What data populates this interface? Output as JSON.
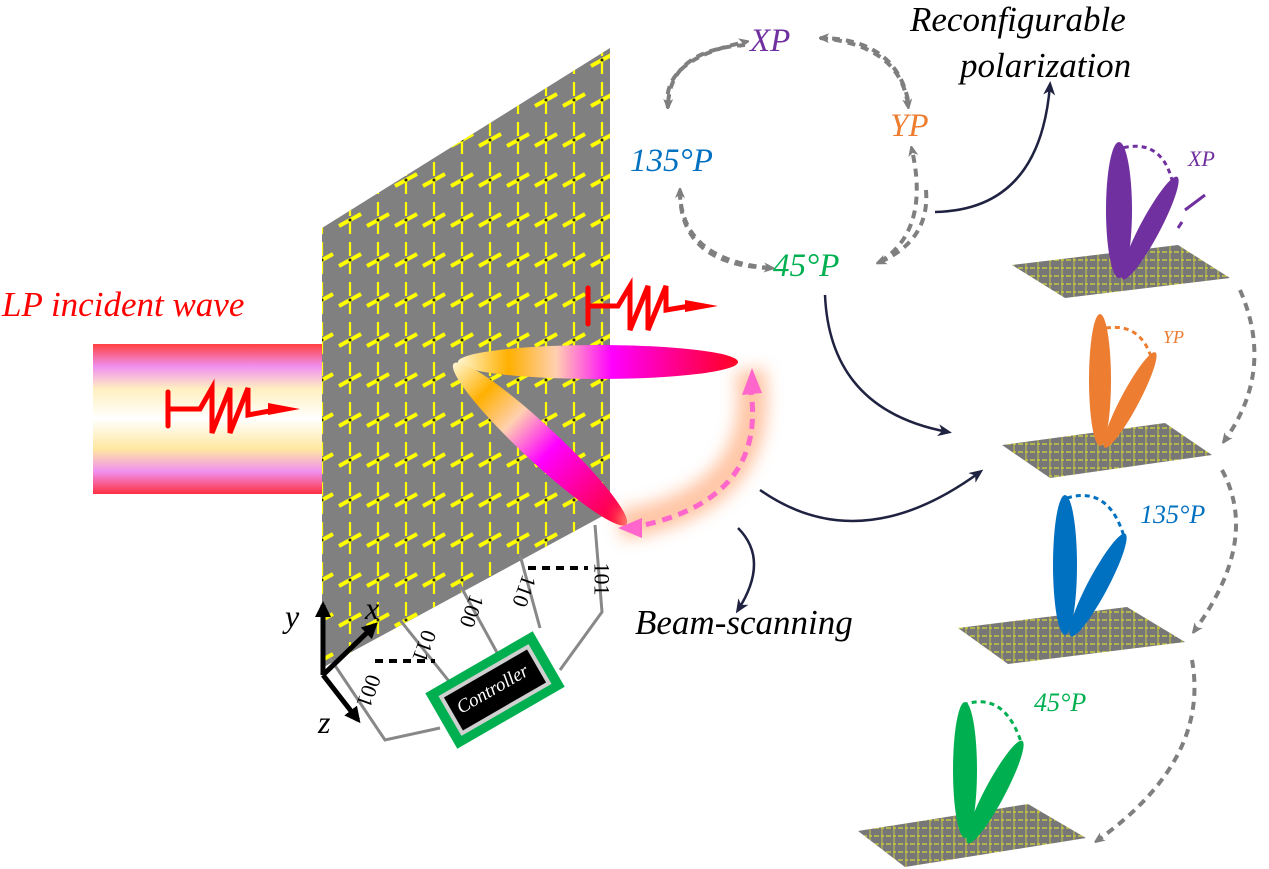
{
  "labels": {
    "incident_wave": "LP incident wave",
    "reconfigurable_line1": "Reconfigurable",
    "reconfigurable_line2": "polarization",
    "beam_scanning": "Beam-scanning",
    "controller": "Controller"
  },
  "axes": {
    "x": "x",
    "y": "y",
    "z": "z"
  },
  "codes": [
    "001",
    "011",
    "100",
    "110",
    "101"
  ],
  "polarization_cycle": [
    {
      "id": "xp",
      "label": "XP",
      "color": "#7030a0"
    },
    {
      "id": "yp",
      "label": "YP",
      "color": "#ed7d31"
    },
    {
      "id": "45p",
      "label": "45°P",
      "color": "#00b050"
    },
    {
      "id": "135p",
      "label": "135°P",
      "color": "#0070c0"
    }
  ],
  "stack_panels": [
    {
      "label": "XP",
      "color": "#7030a0"
    },
    {
      "label": "YP",
      "color": "#ed7d31"
    },
    {
      "label": "135°P",
      "color": "#0070c0"
    },
    {
      "label": "45°P",
      "color": "#00b050"
    }
  ],
  "colors": {
    "incident": "#ff0000",
    "metasurface": "#808080",
    "element": "#ffff00",
    "controller_border": "#00b050",
    "arrow_gray": "#7f7f7f",
    "arrow_navy": "#1f2240",
    "scan_arrow": "#ff66cc"
  }
}
